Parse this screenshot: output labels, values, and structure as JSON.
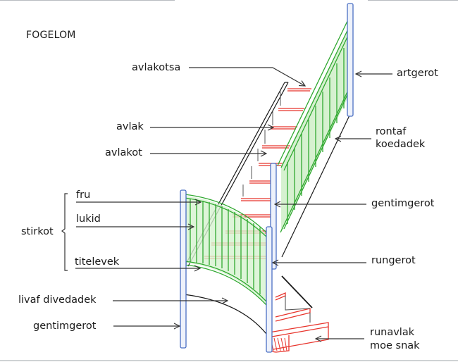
{
  "diagram": {
    "title": "FOGELOM",
    "group_label": "stirkot",
    "labels": {
      "avlakotsa": "avlakotsa",
      "avlak": "avlak",
      "avlakot": "avlakot",
      "fru": "fru",
      "lukid": "lukid",
      "titelevek": "titelevek",
      "livaf_divedadek": "livaf divedadek",
      "gentimgerot_left": "gentimgerot",
      "artgerot": "artgerot",
      "rontaf_koedadek_1": "rontaf",
      "rontaf_koedadek_2": "koedadek",
      "gentimgerot_right": "gentimgerot",
      "rungerot": "rungerot",
      "runavlak_moe_snak_1": "runavlak",
      "runavlak_moe_snak_2": "moe snak"
    },
    "colors": {
      "post": "#4a6fc4",
      "handrail": "#2fa82f",
      "baluster_fill": "#c8ecc0",
      "tread": "#e8342c",
      "stringer": "#1a1a1a",
      "leader": "#333333"
    }
  }
}
